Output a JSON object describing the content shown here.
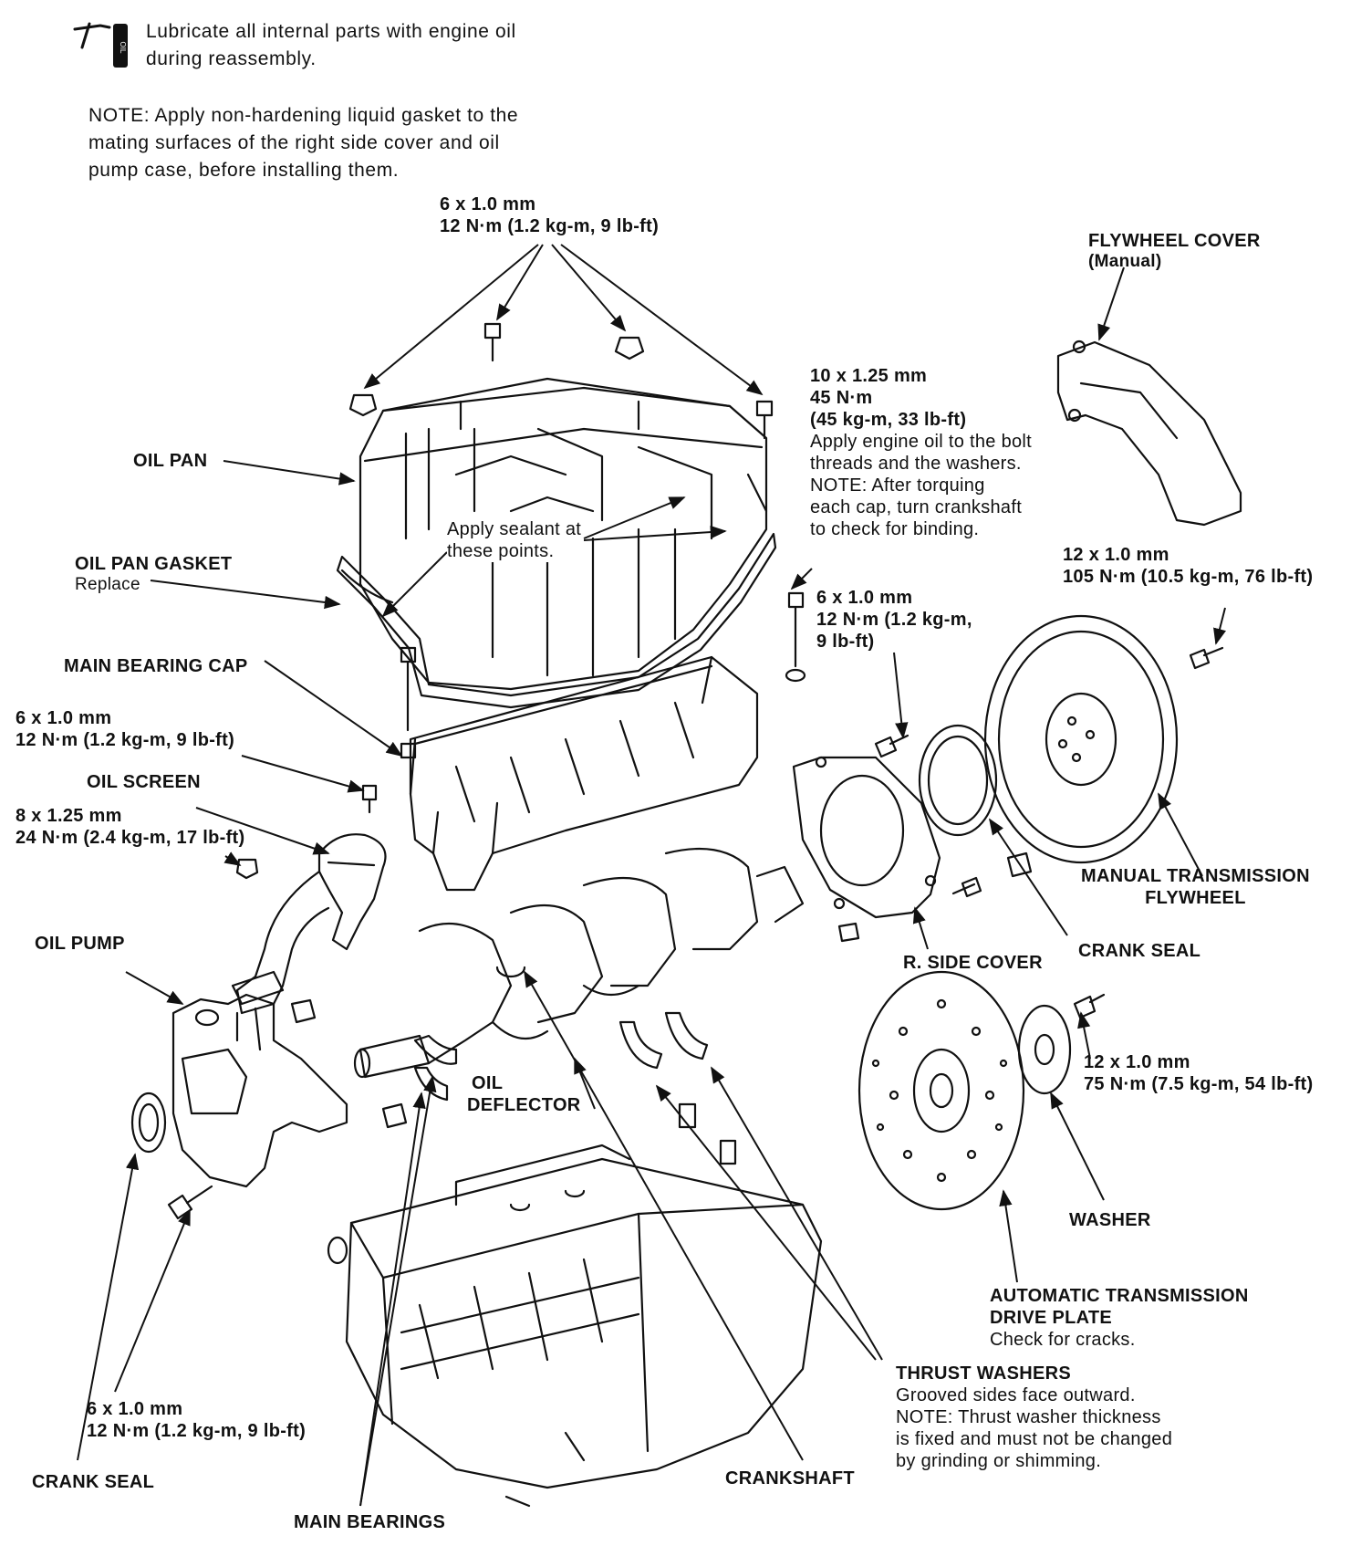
{
  "intro": {
    "icon": "oil-can-icon",
    "icon_text": "OIL",
    "lubricate_line1": "Lubricate all internal parts with engine oil",
    "lubricate_line2": "during reassembly.",
    "note_line1": "NOTE:  Apply non-hardening liquid gasket to the",
    "note_line2": "mating surfaces of the right side cover and oil",
    "note_line3": "pump case, before installing them."
  },
  "callouts": {
    "top_bolts": {
      "spec": "6 x 1.0 mm",
      "torque": "12 N·m (1.2 kg-m, 9 lb-ft)"
    },
    "flywheel_cover": {
      "title": "FLYWHEEL COVER",
      "sub": "(Manual)"
    },
    "main_cap_bolts": {
      "spec": "10 x 1.25 mm",
      "torque1": "45 N·m",
      "torque2": "(45 kg-m, 33 lb-ft)",
      "note1": "Apply engine oil to the bolt",
      "note2": "threads and the washers.",
      "note3": "NOTE: After torquing",
      "note4": "each cap, turn crankshaft",
      "note5": "to check for binding."
    },
    "oil_pan": {
      "title": "OIL PAN"
    },
    "sealant": {
      "line1": "Apply sealant at",
      "line2": "these points."
    },
    "oil_pan_gasket": {
      "title": "OIL PAN GASKET",
      "sub": "Replace"
    },
    "flywheel_bolt": {
      "spec": "12 x 1.0 mm",
      "torque": "105 N·m (10.5 kg-m, 76 lb-ft)"
    },
    "right_bolt": {
      "spec": "6 x 1.0 mm",
      "torque1": "12 N·m (1.2 kg-m,",
      "torque2": "9 lb-ft)"
    },
    "main_bearing_cap": {
      "title": "MAIN BEARING CAP"
    },
    "left_bolt": {
      "spec": "6 x 1.0 mm",
      "torque": "12 N·m (1.2 kg-m, 9 lb-ft)"
    },
    "oil_screen": {
      "title": "OIL  SCREEN"
    },
    "screen_nut": {
      "spec": "8 x 1.25 mm",
      "torque": "24 N·m (2.4 kg-m, 17 lb-ft)"
    },
    "manual_flywheel": {
      "line1": "MANUAL TRANSMISSION",
      "line2": "FLYWHEEL"
    },
    "oil_pump": {
      "title": "OIL PUMP"
    },
    "r_side_cover": {
      "title": "R. SIDE COVER"
    },
    "crank_seal_right": {
      "title": "CRANK SEAL"
    },
    "drive_plate_bolt": {
      "spec": "12 x 1.0 mm",
      "torque": "75 N·m (7.5 kg-m, 54 lb-ft)"
    },
    "oil_deflector": {
      "line1": "OIL",
      "line2": "DEFLECTOR"
    },
    "washer": {
      "title": "WASHER"
    },
    "drive_plate": {
      "line1": "AUTOMATIC TRANSMISSION",
      "line2": "DRIVE PLATE",
      "sub": "Check for cracks."
    },
    "thrust_washers": {
      "title": "THRUST WASHERS",
      "note1": "Grooved sides face outward.",
      "note2": "NOTE: Thrust washer thickness",
      "note3": "is fixed and must not be changed",
      "note4": "by grinding or shimming."
    },
    "bottom_bolt": {
      "spec": "6 x 1.0 mm",
      "torque": "12 N·m (1.2 kg-m, 9 lb-ft)"
    },
    "crank_seal_left": {
      "title": "CRANK SEAL"
    },
    "crankshaft": {
      "title": "CRANKSHAFT"
    },
    "main_bearings": {
      "title": "MAIN BEARINGS"
    }
  }
}
